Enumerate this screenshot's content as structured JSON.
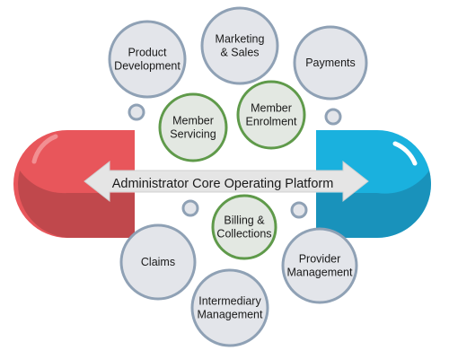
{
  "diagram": {
    "platform_label": "Administrator Core Operating Platform",
    "colors": {
      "outer_fill": "#e3e5ea",
      "outer_stroke": "#8fa1b5",
      "core_fill": "#e3e8e2",
      "core_stroke": "#5f9a4a",
      "left_cap": "#e8565b",
      "left_cap_dark": "#b8454a",
      "right_cap": "#1ab1de",
      "right_cap_dark": "#1a8db5",
      "banner": "#e5e5e5"
    },
    "outer_nodes": [
      {
        "id": "product-development",
        "lines": [
          "Product",
          "Development"
        ]
      },
      {
        "id": "marketing-sales",
        "lines": [
          "Marketing",
          "& Sales"
        ]
      },
      {
        "id": "payments",
        "lines": [
          "Payments"
        ]
      },
      {
        "id": "claims",
        "lines": [
          "Claims"
        ]
      },
      {
        "id": "provider-management",
        "lines": [
          "Provider",
          "Management"
        ]
      },
      {
        "id": "intermediary-management",
        "lines": [
          "Intermediary",
          "Management"
        ]
      }
    ],
    "core_nodes": [
      {
        "id": "member-servicing",
        "lines": [
          "Member",
          "Servicing"
        ]
      },
      {
        "id": "member-enrolment",
        "lines": [
          "Member",
          "Enrolment"
        ]
      },
      {
        "id": "billing-collections",
        "lines": [
          "Billing &",
          "Collections"
        ]
      }
    ]
  }
}
